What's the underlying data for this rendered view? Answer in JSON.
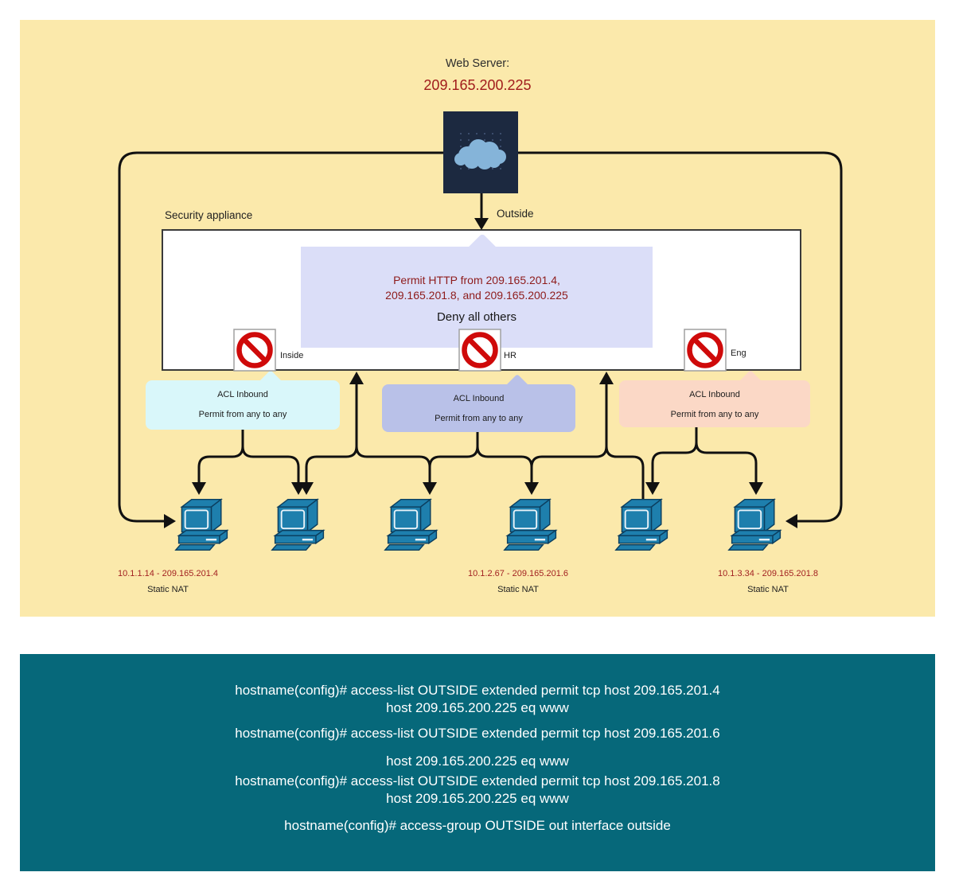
{
  "diagram": {
    "web_server_label": "Web Server:",
    "web_server_ip": "209.165.200.225",
    "security_appliance_label": "Security appliance",
    "outside_label": "Outside",
    "outside_acl": {
      "permit_line1": "Permit HTTP from 209.165.201.4,",
      "permit_line2": "209.165.201.8, and 209.165.200.225",
      "deny_line": "Deny all others"
    },
    "interfaces": [
      {
        "name": "Inside",
        "acl_title": "ACL Inbound",
        "acl_rule": "Permit from any to any",
        "callout_color": "#d9f7fa"
      },
      {
        "name": "HR",
        "acl_title": "ACL Inbound",
        "acl_rule": "Permit from any to any",
        "callout_color": "#b9c1e8"
      },
      {
        "name": "Eng",
        "acl_title": "ACL Inbound",
        "acl_rule": "Permit from any to any",
        "callout_color": "#fbd8c6"
      }
    ],
    "nat_labels": [
      {
        "mapping": "10.1.1.14 - 209.165.201.4",
        "type": "Static NAT"
      },
      {
        "mapping": "10.1.2.67 - 209.165.201.6",
        "type": "Static NAT"
      },
      {
        "mapping": "10.1.3.34 - 209.165.201.8",
        "type": "Static NAT"
      }
    ],
    "colors": {
      "background": "#fbe9ab",
      "cloud_box": "#1c2940",
      "cloud": "#85b4d9",
      "outside_acl_box": "#dbdef8",
      "permit_text": "#8e1b1b",
      "prohibited_sign": "#cf0a0a",
      "computer": "#1e7fad",
      "console_background": "#06687a"
    }
  },
  "console": {
    "lines": [
      "hostname(config)# access-list OUTSIDE extended permit tcp host 209.165.201.4",
      "host 209.165.200.225 eq www",
      "hostname(config)# access-list OUTSIDE extended permit tcp host 209.165.201.6",
      "host 209.165.200.225 eq www",
      "hostname(config)# access-list OUTSIDE extended permit tcp host 209.165.201.8",
      "host 209.165.200.225 eq www",
      "hostname(config)# access-group OUTSIDE out interface outside"
    ]
  }
}
